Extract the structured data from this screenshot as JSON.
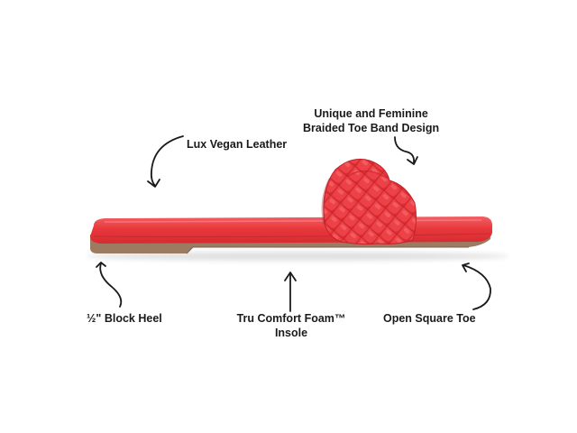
{
  "product": {
    "name": "Red braided toe band slide sandal",
    "colors": {
      "upper": "#e8383c",
      "upper_dark": "#c42228",
      "upper_light": "#f5595c",
      "sole": "#9c7b63",
      "text": "#1a1a1a"
    }
  },
  "callouts": [
    {
      "id": "braided-band",
      "line1": "Unique and Feminine",
      "line2": "Braided Toe Band Design"
    },
    {
      "id": "vegan-leather",
      "line1": "Lux Vegan Leather"
    },
    {
      "id": "block-heel",
      "line1": "½\" Block Heel"
    },
    {
      "id": "insole",
      "line1": "Tru Comfort Foam™",
      "line2": "Insole"
    },
    {
      "id": "square-toe",
      "line1": "Open Square Toe"
    }
  ]
}
